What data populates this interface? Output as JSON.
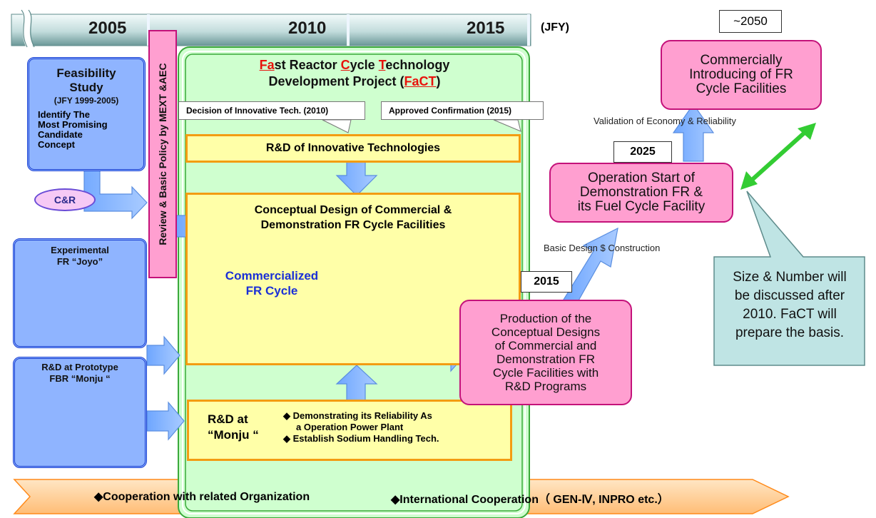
{
  "timeline": {
    "years": [
      "2005",
      "2010",
      "2015"
    ],
    "unit": "(JFY)",
    "future_year": "~2050"
  },
  "feasibility": {
    "title_lines": [
      "Feasibility",
      "Study"
    ],
    "period": "(JFY 1999-2005)",
    "desc_lines": [
      "Identify The",
      "Most Promising",
      "Candidate",
      "Concept"
    ]
  },
  "cr_label": "C&R",
  "review_label": "Review & Basic Policy by MEXT &AEC",
  "joyo": {
    "lines": [
      "Experimental",
      "FR “Joyo”"
    ]
  },
  "monju_box": {
    "lines": [
      "R&D at Prototype",
      "FBR “Monju “"
    ]
  },
  "fact": {
    "title_parts": [
      "Fa",
      "st Reactor ",
      "C",
      "ycle ",
      "T",
      "echnology"
    ],
    "line2_prefix": "Development Project (",
    "line2_abbr": "FaCT",
    "line2_suffix": ")"
  },
  "decision_callout": "Decision of Innovative Tech. (2010)",
  "approved_callout": "Approved Confirmation (2015)",
  "innovative_rd": "R&D of Innovative Technologies",
  "conceptual": {
    "lines": [
      "Conceptual Design of Commercial &",
      "Demonstration FR Cycle Facilities"
    ]
  },
  "commercialized": {
    "lines": [
      "Commercialized",
      "FR Cycle"
    ]
  },
  "monju_rd": {
    "label_lines": [
      "R&D at",
      "“Monju “"
    ],
    "bullets": [
      [
        "◆ Demonstrating its Reliability As",
        "a Operation Power Plant"
      ],
      [
        "◆ Establish Sodium Handling Tech."
      ]
    ]
  },
  "production": {
    "lines": [
      "Production of the",
      "Conceptual Designs",
      "of Commercial and",
      "Demonstration FR",
      "Cycle Facilities with",
      "R&D Programs"
    ]
  },
  "year_2015_box": "2015",
  "year_2025_box": "2025",
  "basic_design": "Basic Design $ Construction",
  "operation": {
    "lines": [
      "Operation Start of",
      "Demonstration FR &",
      "its Fuel Cycle Facility"
    ]
  },
  "validation": "Validation of Economy & Reliability",
  "commercial_intro": {
    "lines": [
      "Commercially",
      "Introducing of FR",
      "Cycle Facilities"
    ]
  },
  "size_note": {
    "lines": [
      "Size & Number will",
      "be discussed after",
      "2010. FaCT will",
      "prepare the basis."
    ]
  },
  "cooperation": {
    "left": "◆Cooperation with related Organization",
    "right": "◆International Cooperation（ GEN-Ⅳ, INPRO etc.）"
  },
  "colors": {
    "fact_bg": "#cfffcf",
    "yellow": "#ffffa8",
    "pink": "#ff9fd0",
    "blue": "#8fb4ff",
    "arrow": "#8ab8ff",
    "green": "#2dc43a",
    "callout": "#bfe4e4"
  }
}
